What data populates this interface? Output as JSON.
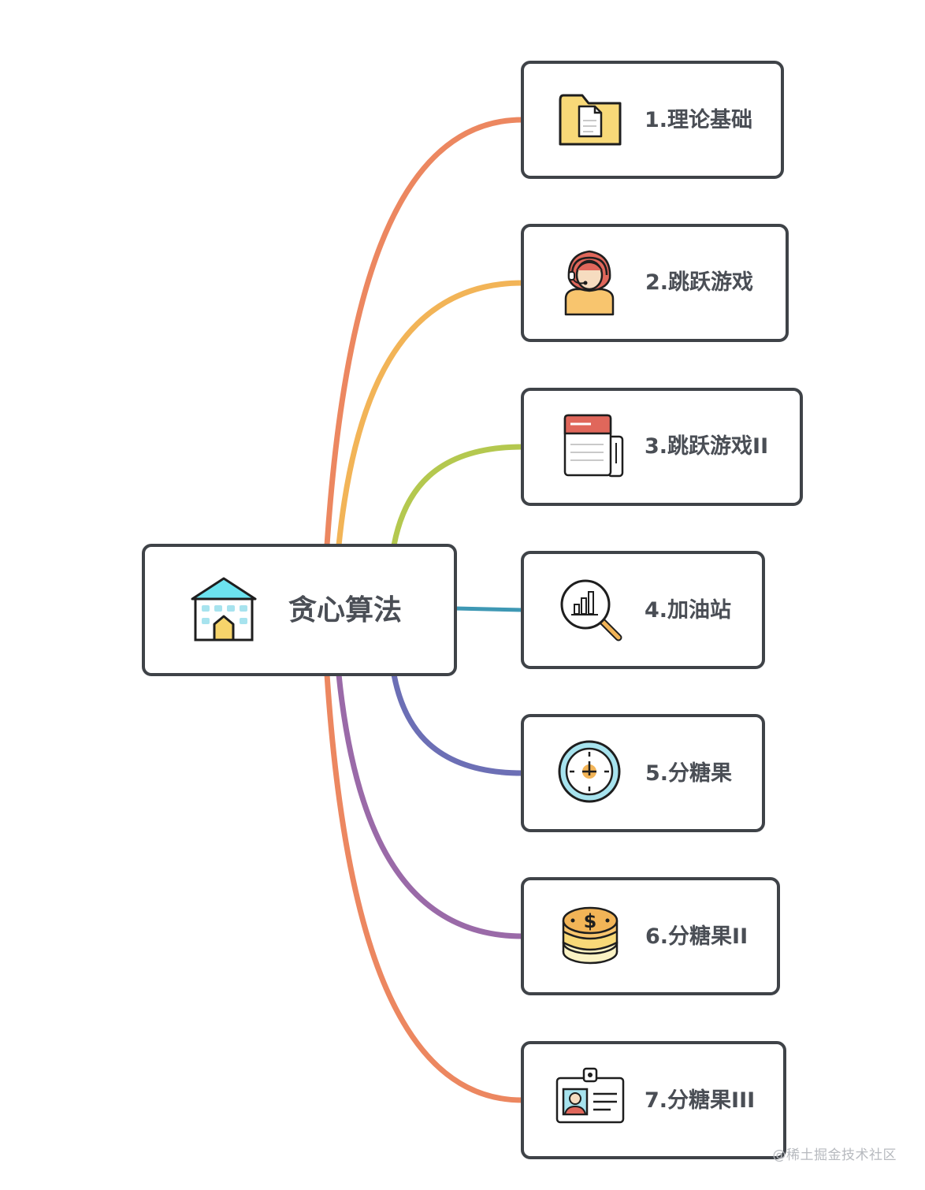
{
  "root": {
    "label": "贪心算法",
    "icon": "building-icon"
  },
  "branches": [
    {
      "label": "1.理论基础",
      "icon": "folder-document-icon",
      "color": "#ec8760"
    },
    {
      "label": "2.跳跃游戏",
      "icon": "customer-service-agent-icon",
      "color": "#f2b457"
    },
    {
      "label": "3.跳跃游戏II",
      "icon": "newspaper-icon",
      "color": "#b4c84f"
    },
    {
      "label": "4.加油站",
      "icon": "magnifier-chart-icon",
      "color": "#3e98b4"
    },
    {
      "label": "5.分糖果",
      "icon": "stopwatch-icon",
      "color": "#6c6fb5"
    },
    {
      "label": "6.分糖果II",
      "icon": "coin-stack-icon",
      "color": "#9a6aa8"
    },
    {
      "label": "7.分糖果III",
      "icon": "id-badge-icon",
      "color": "#ec8760"
    }
  ],
  "watermark": "@稀土掘金技术社区"
}
